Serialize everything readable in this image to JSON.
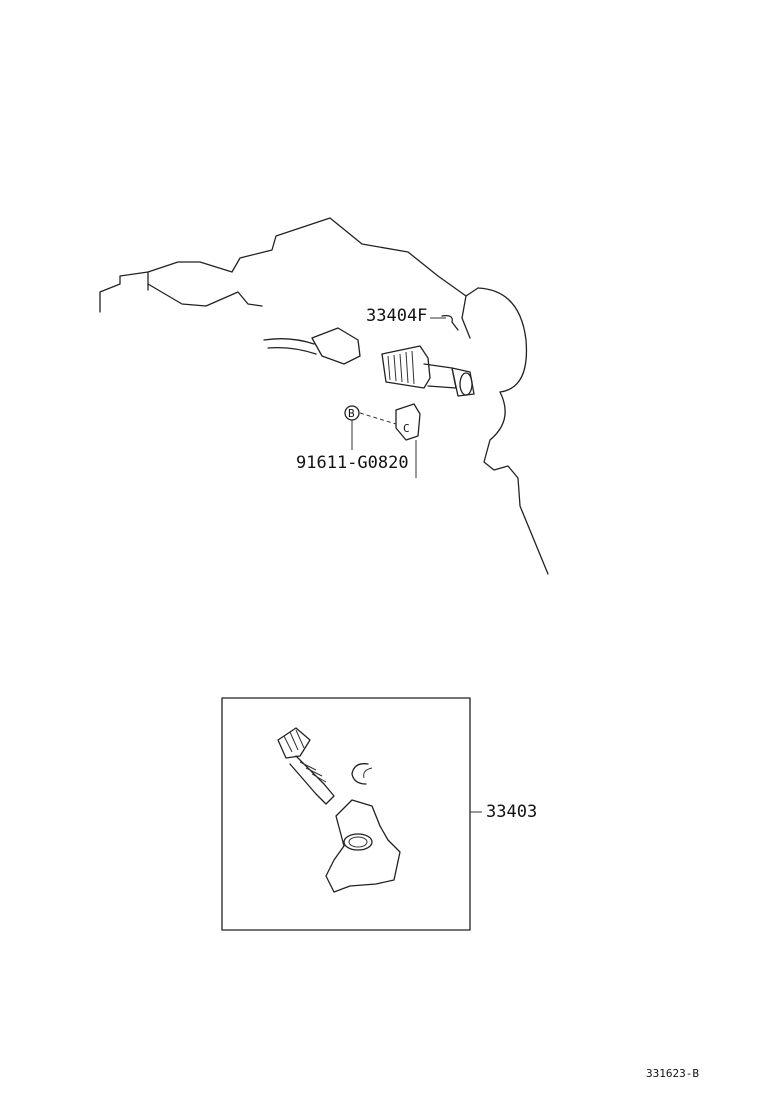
{
  "diagram": {
    "callouts": [
      {
        "id": "speedometer-sensor",
        "label": "33404F"
      },
      {
        "id": "bolt",
        "label": "91611-G0820",
        "marker": "B"
      },
      {
        "id": "clamp",
        "marker": "C"
      },
      {
        "id": "driven-gear-kit",
        "label": "33403"
      }
    ],
    "reference_code": "331623-B"
  }
}
